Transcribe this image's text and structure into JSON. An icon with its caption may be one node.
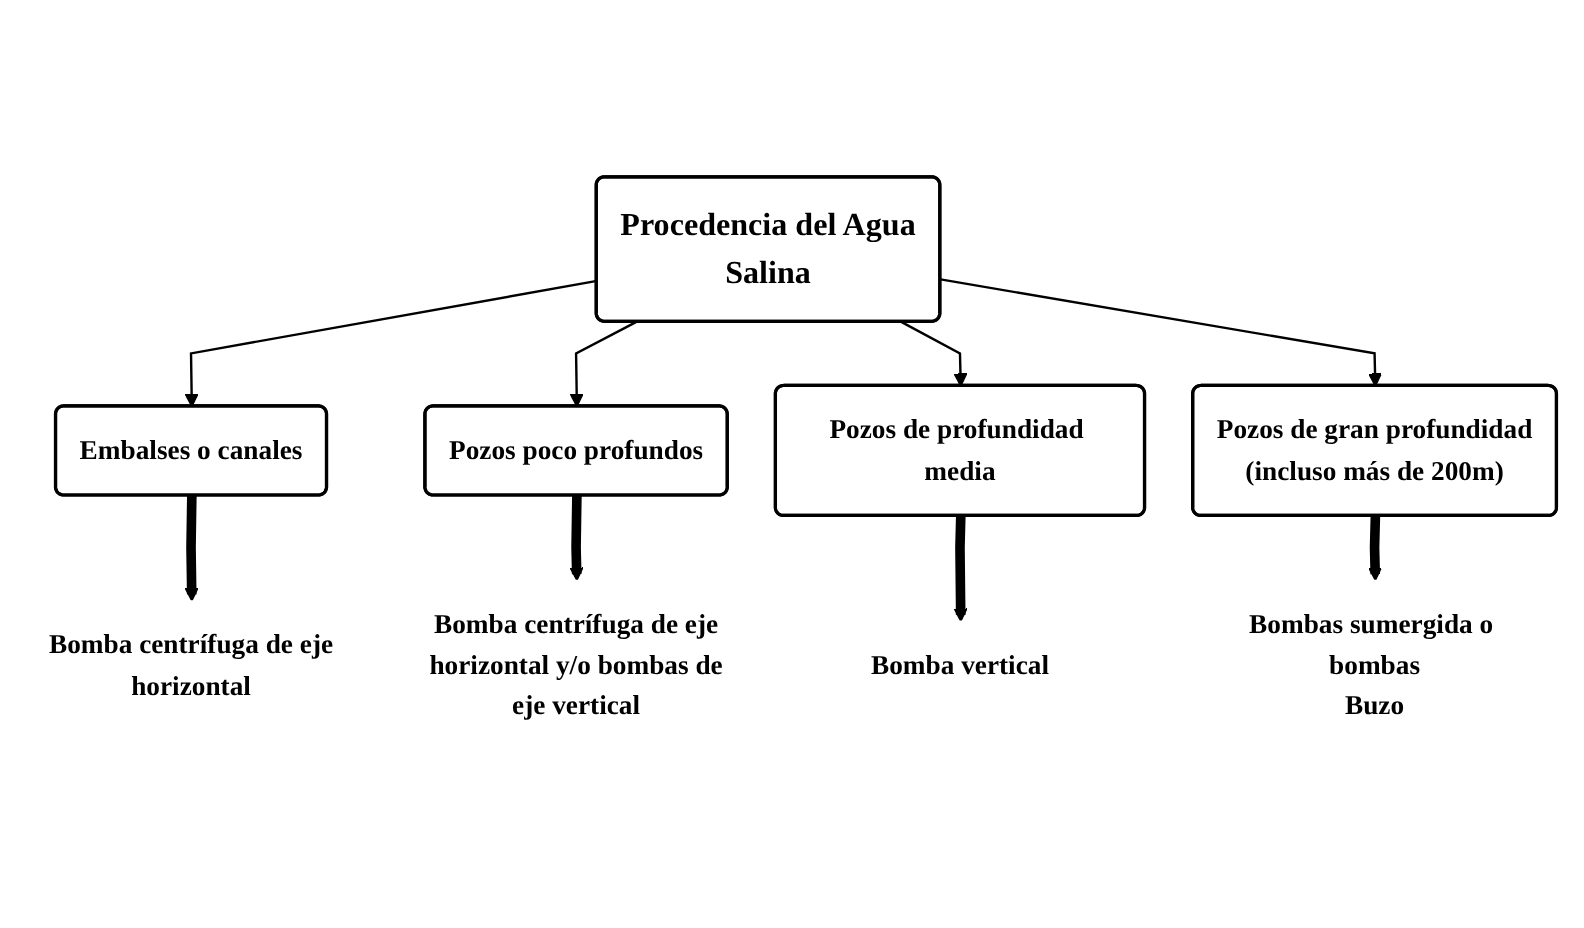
{
  "diagram": {
    "nodes": [
      {
        "text": [
          "Bomba centrífuga de eje horizontal"
        ]
      },
      {
        "text": [
          "Bomba centrífuga de eje horizontal y/o bombas de eje vertical"
        ]
      },
      {
        "text": [
          "Embalses o canales"
        ]
      },
      {
        "text": [
          "Pozos poco profundos"
        ]
      },
      {
        "text": [
          "Procedencia del Agua Salina"
        ]
      },
      {
        "text": [
          "Pozos de profundidad media"
        ]
      },
      {
        "text": [
          "Pozos de gran profundidad (incluso más de 200m)"
        ]
      },
      {
        "text": [
          "Bomba vertical"
        ]
      },
      {
        "text": [
          "Bombas sumergida o bombas Buzo"
        ]
      }
    ],
    "edges": [
      {
        "from": 4,
        "to": 2,
        "arrow": "to"
      },
      {
        "from": 4,
        "to": 3,
        "arrow": "to"
      },
      {
        "from": 4,
        "to": 5,
        "arrow": "to"
      },
      {
        "from": 4,
        "to": 6,
        "arrow": "to"
      },
      {
        "from": 2,
        "to": 0,
        "arrow": "to",
        "style": "thick"
      },
      {
        "from": 3,
        "to": 1,
        "arrow": "to",
        "style": "thick"
      },
      {
        "from": 5,
        "to": 7,
        "arrow": "to",
        "style": "thick"
      },
      {
        "from": 6,
        "to": 8,
        "arrow": "to",
        "style": "thick"
      }
    ]
  }
}
